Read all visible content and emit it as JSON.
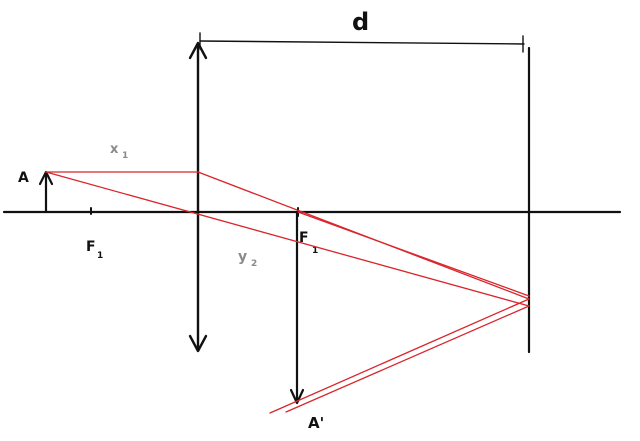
{
  "labels": {
    "object": "A",
    "image": "A'",
    "distance": "d",
    "focal_left": "F",
    "focal_left_sub": "1",
    "focal_right": "F",
    "focal_right_sub": "1",
    "x_label": "x",
    "x_sub": "1",
    "y_label": "y",
    "y_sub": "2"
  },
  "colors": {
    "ink": "#111111",
    "ray": "#d8262c",
    "annotation": "#8a8a8a"
  }
}
